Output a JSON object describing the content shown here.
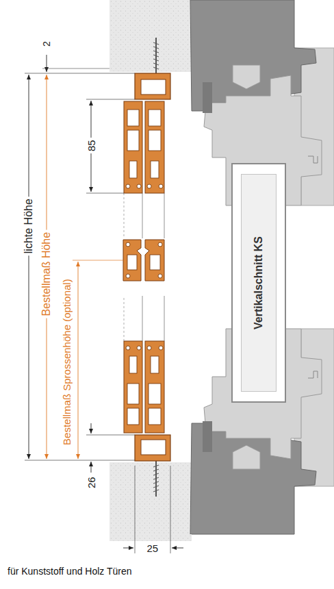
{
  "diagram": {
    "caption": "für Kunststoff und Holz Türen",
    "nodes": [
      {
        "text": [
          "Vertikalschnitt KS"
        ]
      }
    ],
    "labels": [
      "2",
      "85",
      "lichte Höhe",
      "Bestellmaß Höhe",
      "Bestellmaß Sprossenhöhe (optional)",
      "26",
      "25"
    ]
  }
}
